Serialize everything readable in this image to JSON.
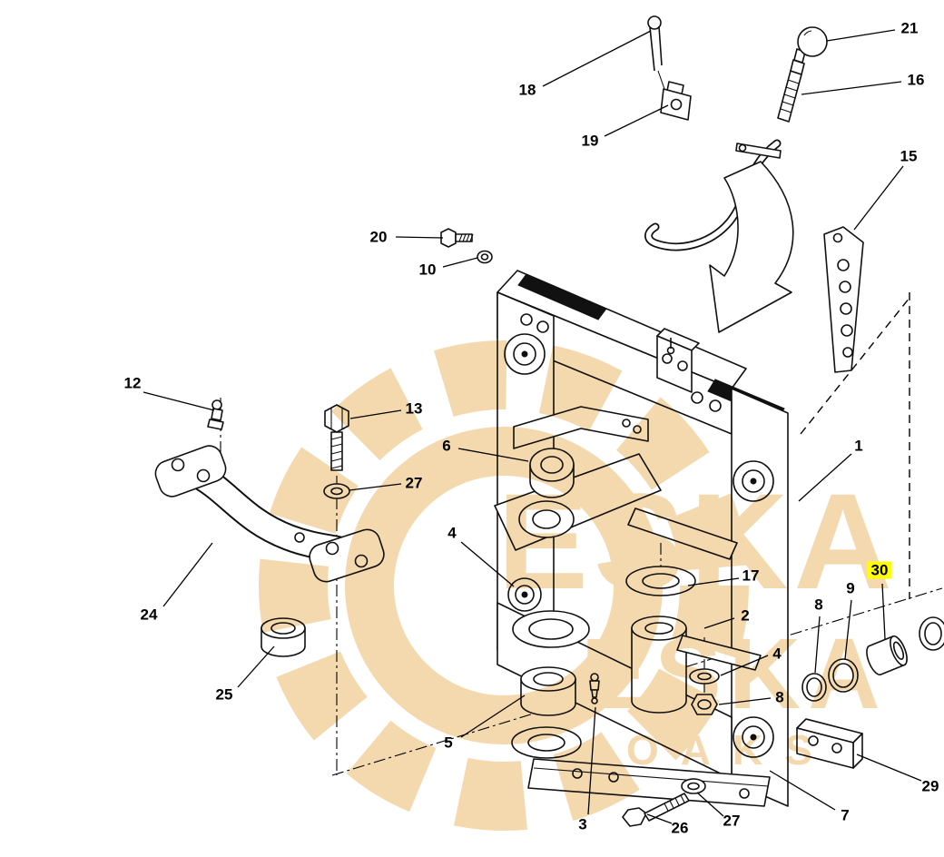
{
  "watermark": {
    "lines": [
      "ESKA",
      "ESKA",
      "OAKS"
    ]
  },
  "highlight_color": "#ffff00",
  "callouts": [
    {
      "label": "18",
      "highlighted": false
    },
    {
      "label": "19",
      "highlighted": false
    },
    {
      "label": "21",
      "highlighted": false
    },
    {
      "label": "16",
      "highlighted": false
    },
    {
      "label": "15",
      "highlighted": false
    },
    {
      "label": "20",
      "highlighted": false
    },
    {
      "label": "10",
      "highlighted": false
    },
    {
      "label": "12",
      "highlighted": false
    },
    {
      "label": "13",
      "highlighted": false
    },
    {
      "label": "6",
      "highlighted": false
    },
    {
      "label": "27",
      "highlighted": false
    },
    {
      "label": "1",
      "highlighted": false
    },
    {
      "label": "4",
      "highlighted": false
    },
    {
      "label": "17",
      "highlighted": false
    },
    {
      "label": "2",
      "highlighted": false
    },
    {
      "label": "24",
      "highlighted": false
    },
    {
      "label": "8",
      "highlighted": false
    },
    {
      "label": "9",
      "highlighted": false
    },
    {
      "label": "30",
      "highlighted": true
    },
    {
      "label": "25",
      "highlighted": false
    },
    {
      "label": "5",
      "highlighted": false
    },
    {
      "label": "4",
      "highlighted": false
    },
    {
      "label": "8",
      "highlighted": false
    },
    {
      "label": "29",
      "highlighted": false
    },
    {
      "label": "7",
      "highlighted": false
    },
    {
      "label": "3",
      "highlighted": false
    },
    {
      "label": "26",
      "highlighted": false
    },
    {
      "label": "27",
      "highlighted": false
    }
  ]
}
